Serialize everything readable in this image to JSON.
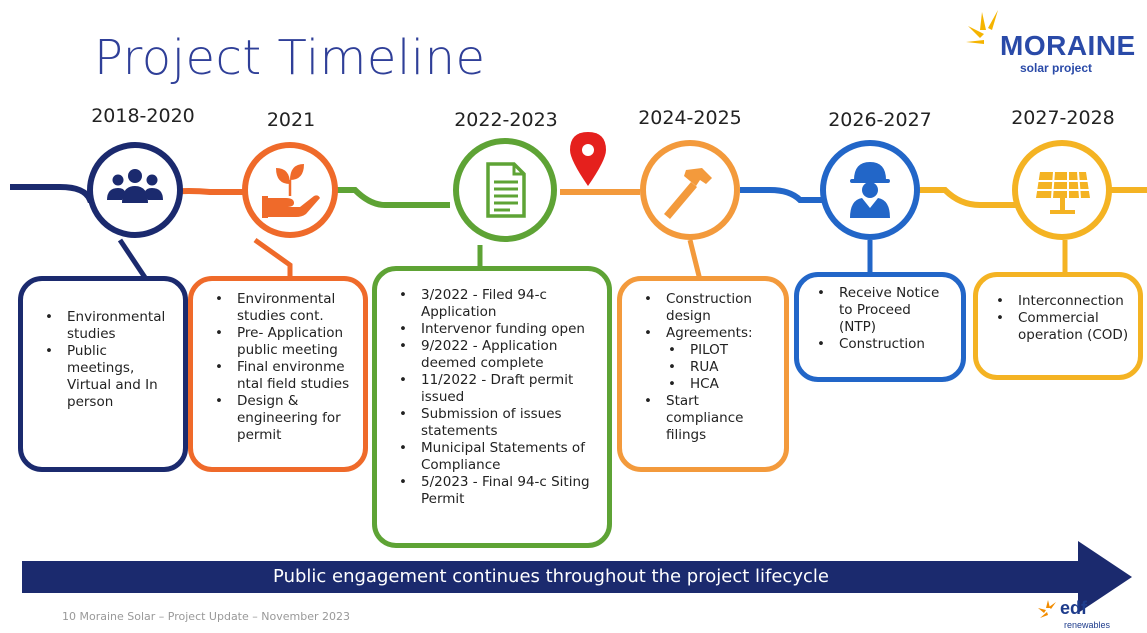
{
  "title": "Project Timeline",
  "logo": {
    "name": "MORAINE",
    "sub": "solar project"
  },
  "phases": [
    {
      "year": "2018-2020",
      "icon": "people-group-icon",
      "color": "#1b2a6e",
      "items": [
        "Environmental studies",
        "Public meetings, Virtual and In person"
      ]
    },
    {
      "year": "2021",
      "icon": "hand-plant-icon",
      "color": "#ef6a2a",
      "items": [
        "Environmental studies cont.",
        "Pre- Application public meeting",
        "Final environme ntal field studies",
        "Design & engineering for permit"
      ]
    },
    {
      "year": "2022-2023",
      "icon": "document-icon",
      "color": "#5ea335",
      "items": [
        "3/2022 - Filed 94-c Application",
        "Intervenor funding open",
        "9/2022 - Application deemed complete",
        "11/2022 - Draft permit issued",
        "Submission of issues statements",
        "Municipal Statements of Compliance",
        "5/2023 - Final 94-c Siting Permit"
      ]
    },
    {
      "year": "2024-2025",
      "icon": "hammer-icon",
      "color": "#f39a3c",
      "items": [
        "Construction design",
        "Agreements:",
        "PILOT",
        "RUA",
        "HCA",
        "Start compliance filings"
      ]
    },
    {
      "year": "2026-2027",
      "icon": "worker-icon",
      "color": "#2266c8",
      "items": [
        "Receive Notice to Proceed (NTP)",
        "Construction"
      ]
    },
    {
      "year": "2027-2028",
      "icon": "solar-panel-icon",
      "color": "#f4b323",
      "items": [
        "Interconnection",
        "Commercial operation (COD)"
      ]
    }
  ],
  "marker": {
    "icon": "location-pin-icon",
    "color": "#e5201d"
  },
  "banner": "Public engagement continues throughout the project lifecycle",
  "footer": "10   Moraine Solar – Project Update – November 2023",
  "edf": {
    "name": "edf",
    "sub": "renewables"
  }
}
